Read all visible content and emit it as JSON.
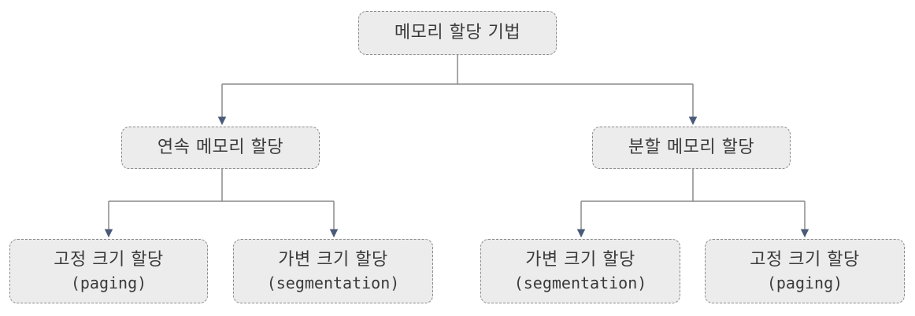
{
  "diagram": {
    "root": {
      "label": "메모리 할당 기법"
    },
    "left": {
      "label": "연속 메모리 할당",
      "children": [
        {
          "label": "고정 크기 할당",
          "sub": "(paging)"
        },
        {
          "label": "가변 크기 할당",
          "sub": "(segmentation)"
        }
      ]
    },
    "right": {
      "label": "분할 메모리 할당",
      "children": [
        {
          "label": "가변 크기 할당",
          "sub": "(segmentation)"
        },
        {
          "label": "고정 크기 할당",
          "sub": "(paging)"
        }
      ]
    },
    "colors": {
      "node_fill": "#ececec",
      "node_border": "#8a8a8a",
      "connector": "#8a8a8a",
      "arrowhead": "#4a5a78",
      "text": "#3a3a3a"
    }
  }
}
